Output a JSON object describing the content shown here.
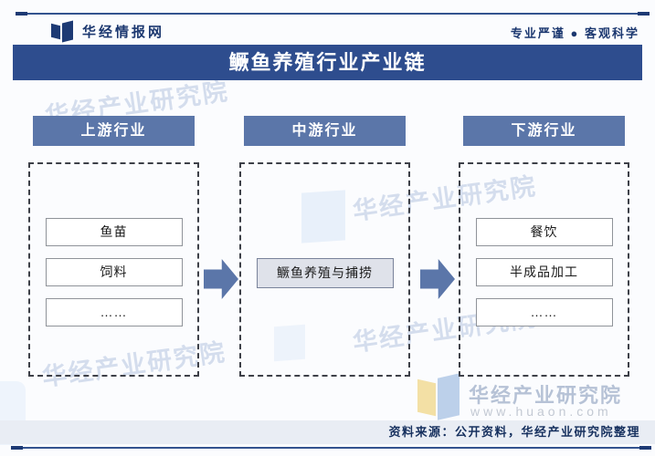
{
  "header": {
    "brand": "华经情报网",
    "slogan": "专业严谨 ● 客观科学"
  },
  "title": "鳜鱼养殖行业产业链",
  "diagram": {
    "columns": [
      {
        "header": "上游行业",
        "items": [
          "鱼苗",
          "饲料",
          "……"
        ]
      },
      {
        "header": "中游行业",
        "items": [
          "鳜鱼养殖与捕捞"
        ]
      },
      {
        "header": "下游行业",
        "items": [
          "餐饮",
          "半成品加工",
          "……"
        ]
      }
    ]
  },
  "watermark": {
    "text": "华经产业研究院",
    "url": "www.huaon.com"
  },
  "footer": {
    "source": "资料来源：公开资料，华经产业研究院整理"
  },
  "colors": {
    "title_bar": "#2e4d8e",
    "column_header": "#5b76a9",
    "arrow": "#5b76a9",
    "accent_line": "#1d3a74",
    "brand_text": "#1c3870",
    "footer_band": "#e9edf4",
    "watermark": "#9eb3d6"
  }
}
